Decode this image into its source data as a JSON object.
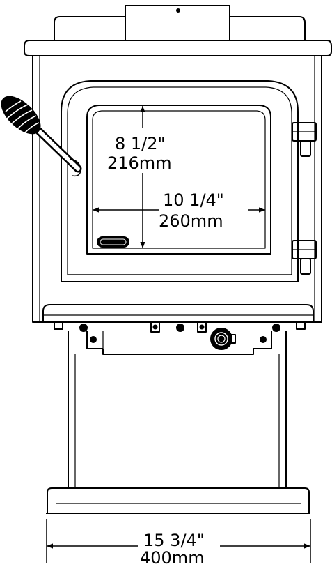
{
  "dimensions": {
    "glass_height": {
      "imperial": "8  1/2\"",
      "metric": "216mm"
    },
    "glass_width": {
      "imperial": "10  1/4\"",
      "metric": "260mm"
    },
    "overall_width": {
      "imperial": "15  3/4\"",
      "metric": "400mm"
    }
  },
  "colors": {
    "line": "#000000",
    "background": "#ffffff"
  }
}
